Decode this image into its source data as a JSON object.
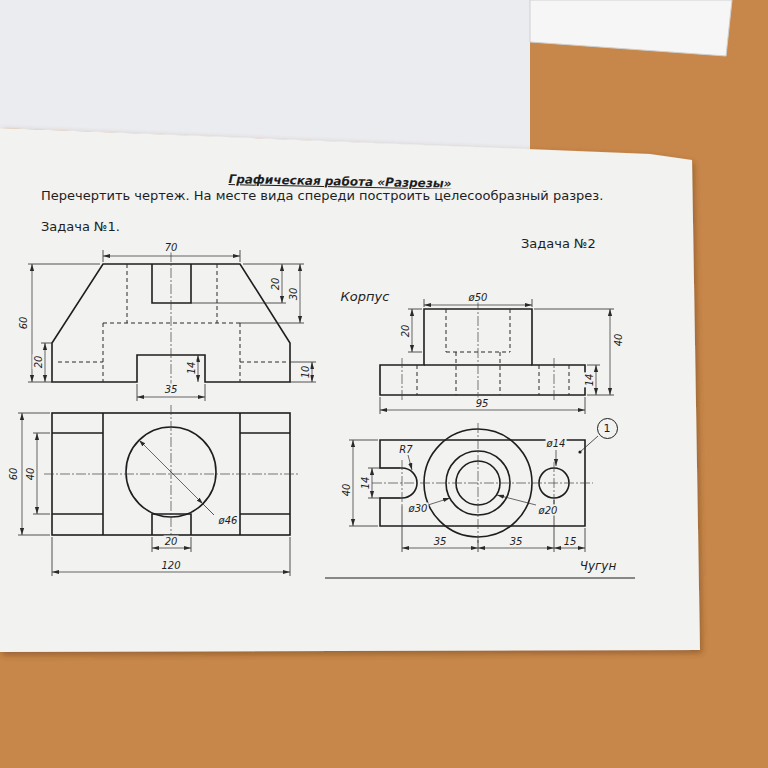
{
  "diagram": {
    "title": "Графическая работа «Разрезы»",
    "nodes": [
      {
        "text": [
          "1"
        ]
      }
    ],
    "labels": [
      "Перечертить чертеж. На месте вида спереди построить целесообразный разрез.",
      "Задача №1.",
      "Задача №2",
      "70",
      "60",
      "20",
      "20",
      "30",
      "14",
      "10",
      "35",
      "60",
      "40",
      "ø46",
      "20",
      "120",
      "Корпус",
      "ø50",
      "20",
      "40",
      "14",
      "95",
      "R7",
      "40",
      "14",
      "ø14",
      "ø30",
      "ø20",
      "35",
      "35",
      "15",
      "Чугун"
    ]
  }
}
